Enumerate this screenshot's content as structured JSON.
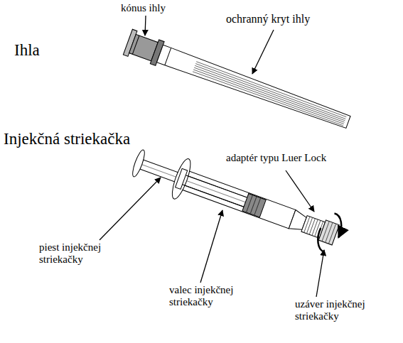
{
  "diagram": {
    "labels": [
      "kónus ihly",
      "Ihla",
      "ochranný kryt ihly",
      "Injekčná striekačka",
      "adaptér typu Luer Lock",
      "piest injekčnej striekačky",
      "valec injekčnej striekačky",
      "uzáver injekčnej striekačky"
    ]
  }
}
